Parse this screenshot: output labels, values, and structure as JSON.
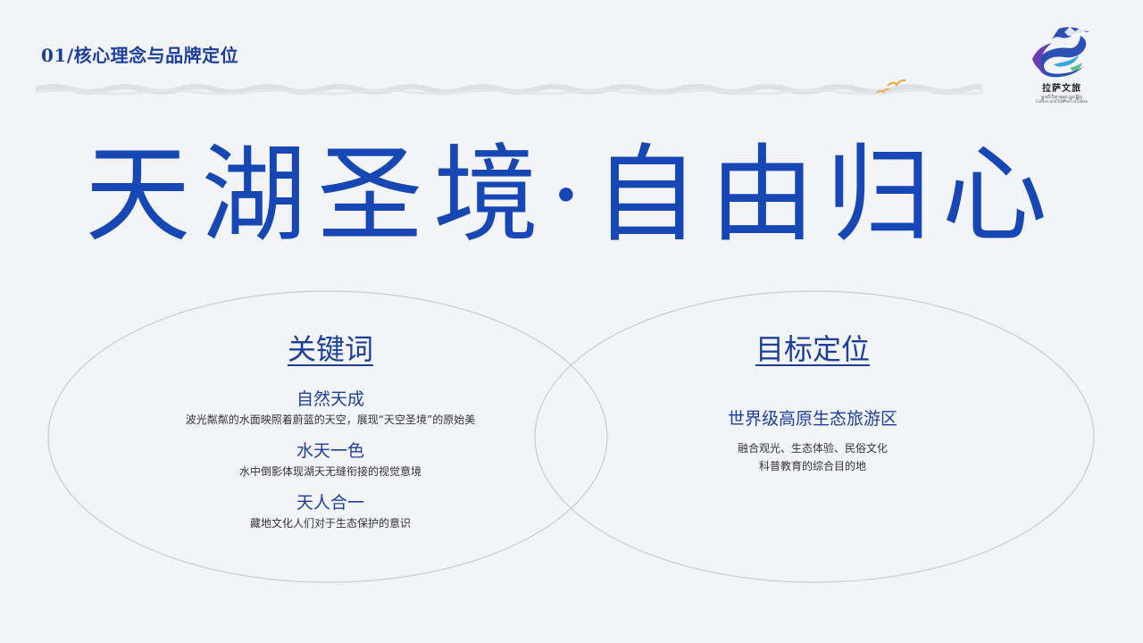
{
  "header": {
    "section_title": "01/核心理念与品牌定位"
  },
  "logo": {
    "chinese_text": "拉萨文旅",
    "tibetan_text": "ལྷ་སའི་རིག་གཞུང་ཡུལ་སྐོར།",
    "english_text": "Culture and Tourism of Lhasa",
    "colors": {
      "blue": "#2a4fb5",
      "cyan": "#3aa7d9",
      "purple": "#6a3fb0",
      "green": "#5bbf8a"
    }
  },
  "headline": {
    "text": "天湖圣境·自由归心",
    "color": "#1747b4"
  },
  "keywords_panel": {
    "heading": "关键词",
    "items": [
      {
        "title": "自然天成",
        "description": "波光粼粼的水面映照着蔚蓝的天空，展现“天空圣境”的原始美"
      },
      {
        "title": "水天一色",
        "description": "水中倒影体现湖天无缝衔接的视觉意境"
      },
      {
        "title": "天人合一",
        "description": "藏地文化人们对于生态保护的意识"
      }
    ]
  },
  "target_panel": {
    "heading": "目标定位",
    "title": "世界级高原生态旅游区",
    "description_lines": [
      "融合观光、生态体验、民俗文化",
      "科普教育的综合目的地"
    ]
  },
  "colors": {
    "background": "#f3f4f7",
    "primary_blue": "#1c3f9c",
    "circle_stroke": "#c9cbd1",
    "bird": "#e8a93a"
  }
}
